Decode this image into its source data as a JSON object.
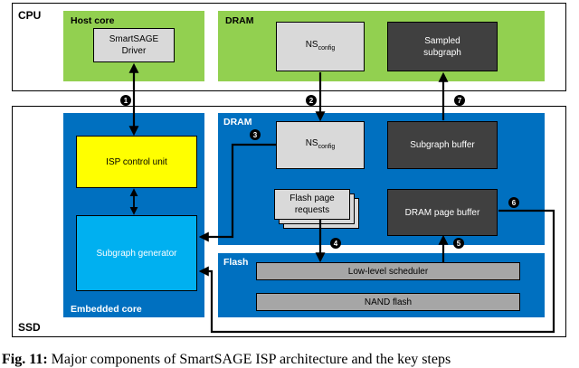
{
  "cpu": {
    "label": "CPU",
    "host_core": {
      "label": "Host core",
      "driver_line1": "SmartSAGE",
      "driver_line2": "Driver"
    },
    "dram": {
      "label": "DRAM",
      "ns_config_main": "NS",
      "ns_config_sub": "config",
      "sampled_line1": "Sampled",
      "sampled_line2": "subgraph"
    }
  },
  "ssd": {
    "label": "SSD",
    "embedded_core": {
      "label": "Embedded core",
      "isp_control": "ISP control unit",
      "subgraph_generator": "Subgraph generator"
    },
    "dram": {
      "label": "DRAM",
      "ns_config_main": "NS",
      "ns_config_sub": "config",
      "subgraph_buffer": "Subgraph buffer",
      "flash_requests_line1": "Flash page",
      "flash_requests_line2": "requests",
      "dram_page_buffer": "DRAM page buffer"
    },
    "flash": {
      "label": "Flash",
      "scheduler": "Low-level scheduler",
      "nand": "NAND flash"
    }
  },
  "steps": [
    "1",
    "2",
    "3",
    "4",
    "5",
    "6",
    "7"
  ],
  "caption": {
    "figure": "Fig. 11:",
    "text": "Major components of SmartSAGE ISP architecture and the key steps"
  },
  "colors": {
    "green": "#92d050",
    "blue": "#0070c0",
    "light_blue": "#5b9bd5",
    "yellow": "#ffff00",
    "cyan": "#00b0f0",
    "dark_gray": "#404040",
    "gray": "#d9d9d9",
    "mid_gray": "#808080"
  }
}
